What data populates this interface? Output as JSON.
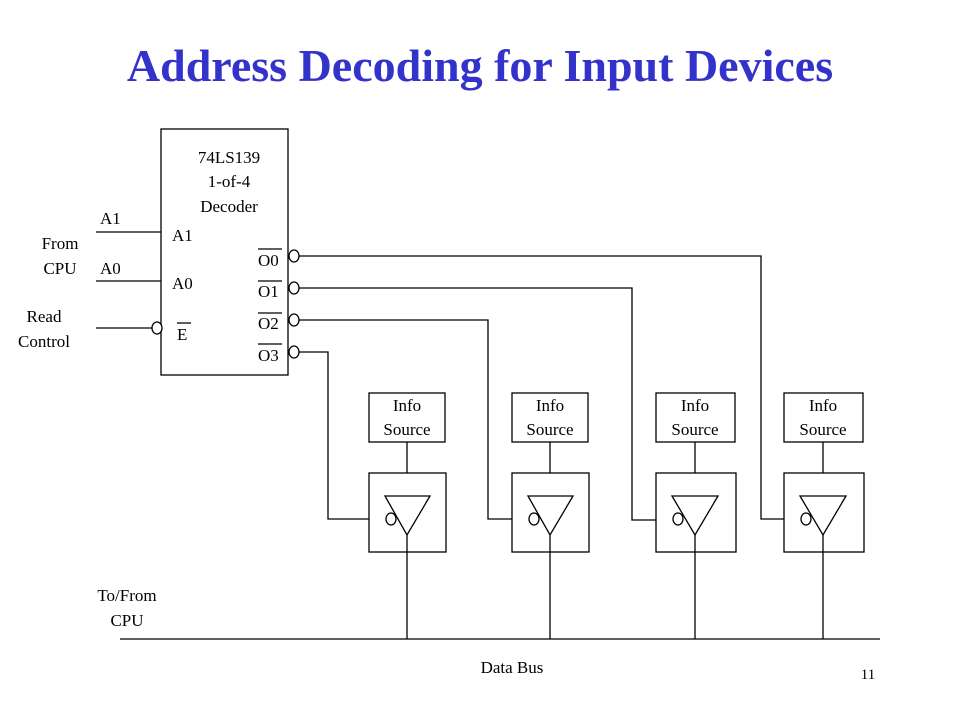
{
  "slide": {
    "title": "Address Decoding for Input Devices",
    "page_number": "11"
  },
  "decoder": {
    "part": "74LS139",
    "line2": "1-of-4",
    "line3": "Decoder",
    "pin_a1": "A1",
    "pin_a0": "A0",
    "pin_e": "E",
    "out0": "O0",
    "out1": "O1",
    "out2": "O2",
    "out3": "O3"
  },
  "inputs": {
    "a1": "A1",
    "a0": "A0",
    "from_line1": "From",
    "from_line2": "CPU",
    "read_line1": "Read",
    "read_line2": "Control"
  },
  "info_sources": [
    {
      "line1": "Info",
      "line2": "Source"
    },
    {
      "line1": "Info",
      "line2": "Source"
    },
    {
      "line1": "Info",
      "line2": "Source"
    },
    {
      "line1": "Info",
      "line2": "Source"
    }
  ],
  "bus": {
    "tofrom_line1": "To/From",
    "tofrom_line2": "CPU",
    "label": "Data Bus"
  }
}
